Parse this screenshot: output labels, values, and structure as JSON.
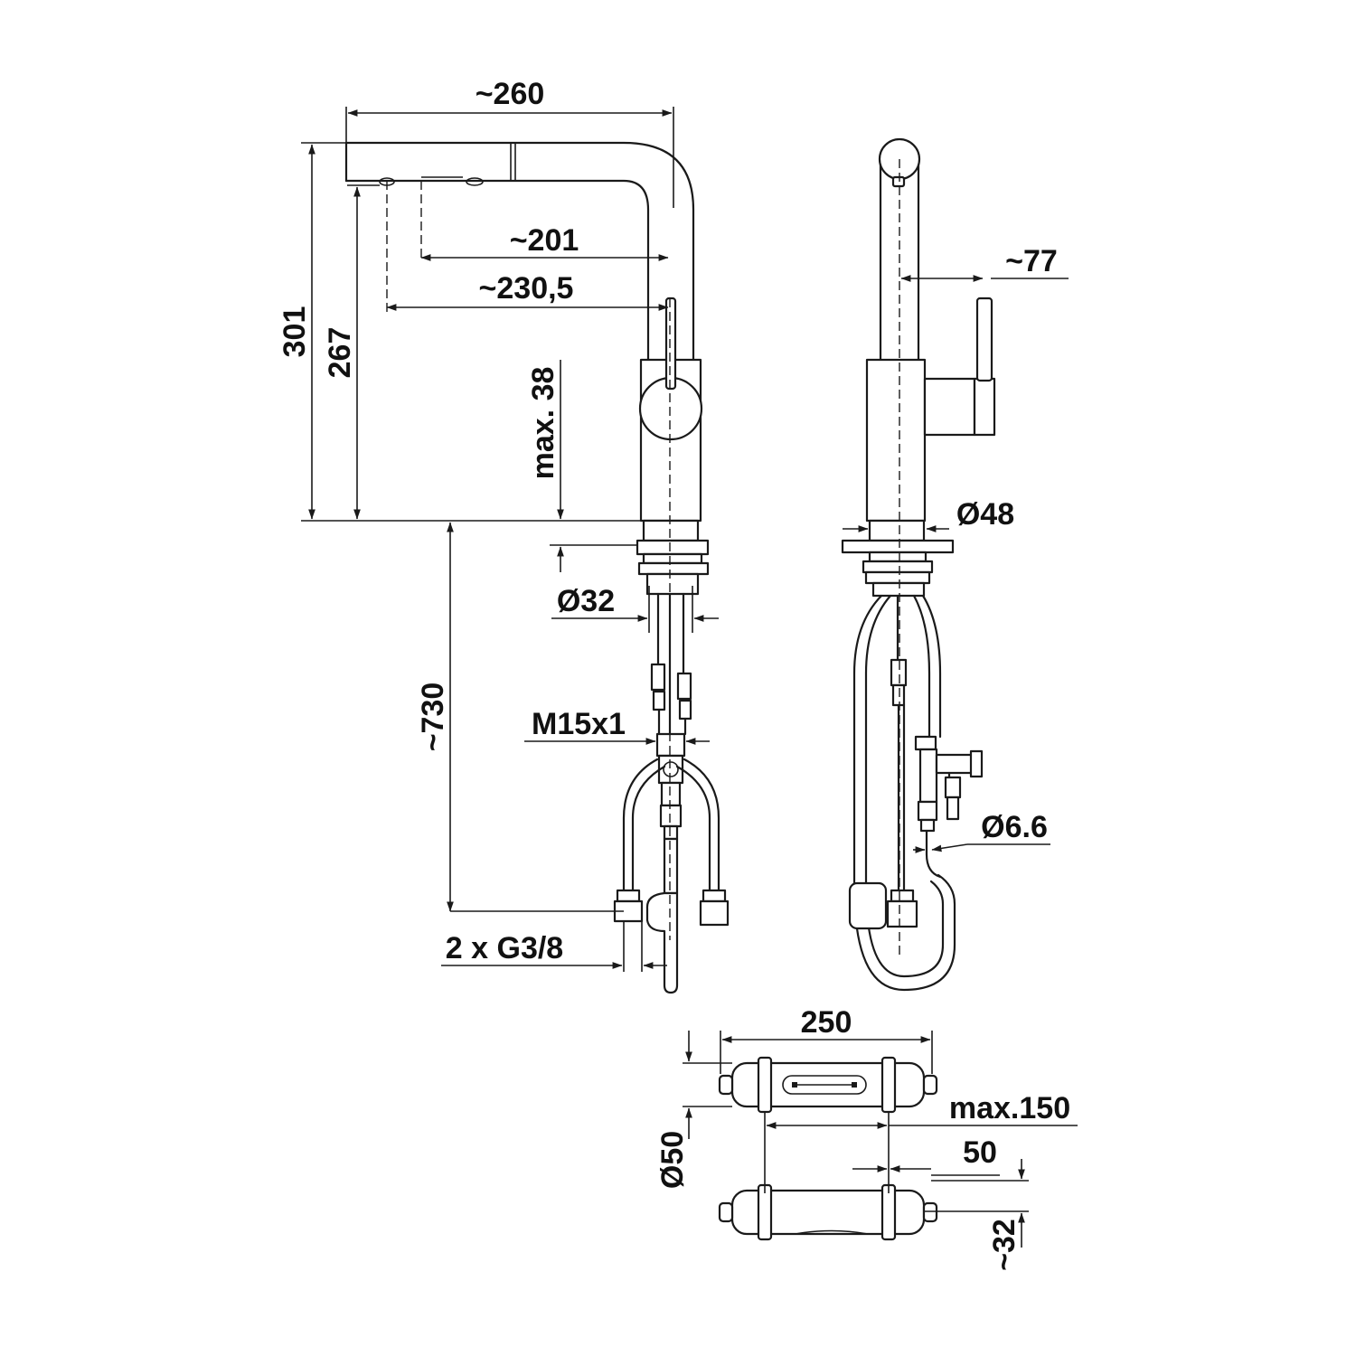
{
  "dimensions": {
    "reach": "~260",
    "reach_to_aerator": "~201",
    "reach_to_spray": "~230,5",
    "total_height": "301",
    "spout_height": "267",
    "deck_thickness": "max. 38",
    "hole_diameter": "Ø32",
    "hose_length": "~730",
    "thread": "M15x1",
    "connections": "2 x G3/8",
    "lever_offset": "~77",
    "base_diameter": "Ø48",
    "hose_diameter": "Ø6.6",
    "weight_length": "250",
    "weight_adjust": "max.150",
    "weight_offset": "50",
    "weight_diameter": "Ø50",
    "weight_height": "~32"
  }
}
